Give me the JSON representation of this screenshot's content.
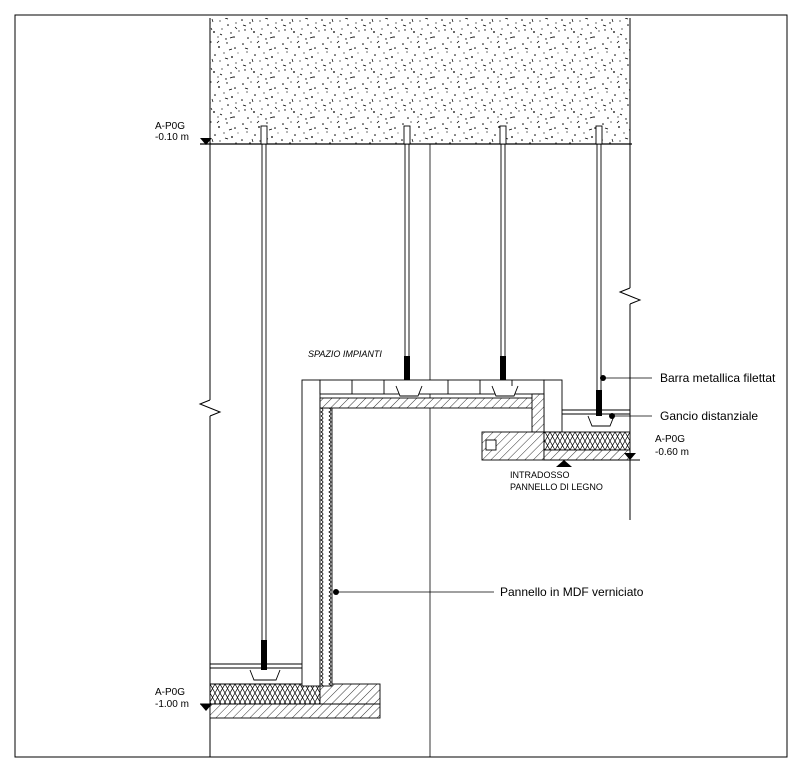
{
  "levels": {
    "top": {
      "code": "A-P0G",
      "value": "-0.10 m"
    },
    "right": {
      "code": "A-P0G",
      "value": "-0.60 m"
    },
    "bottom": {
      "code": "A-P0G",
      "value": "-1.00 m"
    }
  },
  "labels": {
    "spazio_impianti": "SPAZIO IMPIANTI",
    "barra": "Barra metallica filettat",
    "gancio": "Gancio distanziale",
    "intradosso_1": "INTRADOSSO",
    "intradosso_2": "PANNELLO DI LEGNO",
    "pannello_mdf": "Pannello in MDF verniciato"
  },
  "colors": {
    "line": "#000000",
    "background": "#ffffff"
  }
}
